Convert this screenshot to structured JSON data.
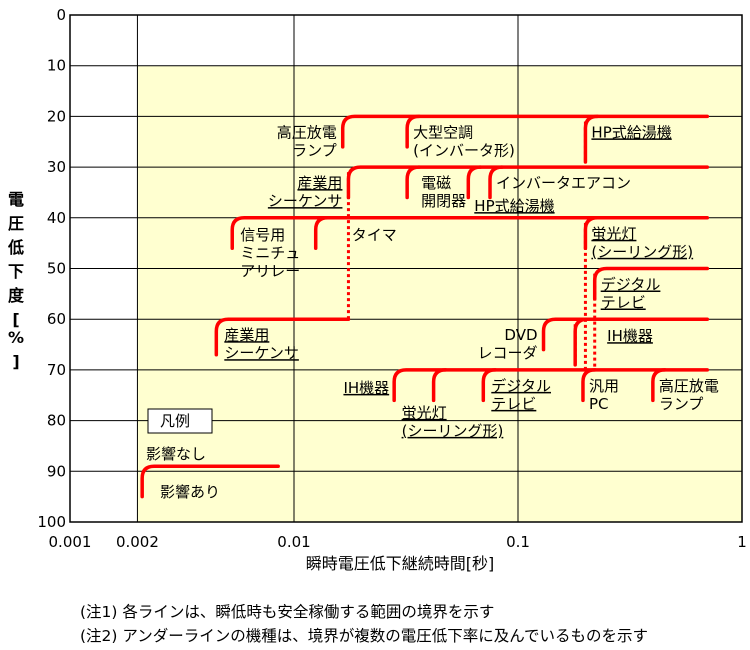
{
  "chart_data": {
    "type": "line",
    "xlabel": "瞬時電圧低下継続時間[秒]",
    "ylabel": "電圧低下度[%]",
    "xscale": "log",
    "xlim": [
      0.001,
      1
    ],
    "ylim": [
      0,
      100
    ],
    "y_inverted": true,
    "x_ticks": [
      "0.001",
      "0.002",
      "0.01",
      "0.1",
      "1"
    ],
    "y_ticks": [
      "0",
      "10",
      "20",
      "30",
      "40",
      "50",
      "60",
      "70",
      "80",
      "90",
      "100"
    ],
    "grid": true,
    "shaded_region": {
      "x_from": 0.002,
      "x_to": 1,
      "y_from": 10,
      "y_to": 100,
      "color": "#ffffd0"
    },
    "line_color": "#ff0000",
    "legend": {
      "title": "凡例",
      "no_effect": "影響なし",
      "effect": "影響あり",
      "sample": {
        "x_start": 0.0021,
        "x_end": 0.0085,
        "y_level": 89,
        "y_bottom": 95
      }
    },
    "boundaries": [
      {
        "label": [
          "高圧放電",
          "ランプ"
        ],
        "underline": false,
        "x_start": 0.0165,
        "x_end": 0.7,
        "y_level": 20,
        "y_bottom": 26
      },
      {
        "label": [
          "大型空調",
          "(インバータ形)"
        ],
        "underline": false,
        "x_start": 0.032,
        "y_level": 20,
        "y_bottom": 26
      },
      {
        "label": [
          "HP式給湯機"
        ],
        "underline": true,
        "x_start": 0.2,
        "y_level": 20,
        "y_bottom": 29
      },
      {
        "label": [
          "産業用",
          "シーケンサ"
        ],
        "underline": true,
        "x_start": 0.0175,
        "x_end": 0.7,
        "y_level": 30,
        "y_bottom": 36
      },
      {
        "label": [
          "電磁",
          "開閉器"
        ],
        "underline": false,
        "x_start": 0.032,
        "y_level": 30,
        "y_bottom": 36
      },
      {
        "label": [
          "HP式給湯機"
        ],
        "underline": true,
        "x_start": 0.06,
        "y_level": 30,
        "y_bottom": 36
      },
      {
        "label": [
          "インバータエアコン"
        ],
        "underline": false,
        "x_start": 0.075,
        "y_level": 30,
        "y_bottom": 36
      },
      {
        "label": [
          "信号用",
          "ミニチュ",
          "アリレー"
        ],
        "underline": false,
        "x_start": 0.0053,
        "x_end": 0.7,
        "y_level": 40,
        "y_bottom": 46
      },
      {
        "label": [
          "タイマ"
        ],
        "underline": false,
        "x_start": 0.0125,
        "y_level": 40,
        "y_bottom": 46
      },
      {
        "label": [
          "蛍光灯",
          "(シーリング形)"
        ],
        "underline": true,
        "x_start": 0.2,
        "y_level": 40,
        "y_bottom": 46
      },
      {
        "label": [
          "デジタル",
          "テレビ"
        ],
        "underline": true,
        "x_start": 0.22,
        "x_end": 0.7,
        "y_level": 50,
        "y_bottom": 56
      },
      {
        "label": [
          "産業用",
          "シーケンサ"
        ],
        "underline": true,
        "x_start": 0.0045,
        "x_end": 0.0175,
        "y_level": 60,
        "y_bottom": 67
      },
      {
        "label": [
          "DVD",
          "レコーダ"
        ],
        "underline": false,
        "x_start": 0.13,
        "x_end": 0.7,
        "y_level": 60,
        "y_bottom": 66
      },
      {
        "label": [
          "IH機器"
        ],
        "underline": true,
        "x_start": 0.18,
        "y_level": 60,
        "y_bottom": 69
      },
      {
        "label": [
          "IH機器"
        ],
        "underline": true,
        "x_start": 0.028,
        "x_end": 0.7,
        "y_level": 70,
        "y_bottom": 76
      },
      {
        "label": [
          "蛍光灯",
          "(シーリング形)"
        ],
        "underline": true,
        "x_start": 0.042,
        "y_level": 70,
        "y_bottom": 76
      },
      {
        "label": [
          "デジタル",
          "テレビ"
        ],
        "underline": true,
        "x_start": 0.07,
        "y_level": 70,
        "y_bottom": 76
      },
      {
        "label": [
          "汎用",
          "PC"
        ],
        "underline": false,
        "x_start": 0.195,
        "y_level": 70,
        "y_bottom": 76
      },
      {
        "label": [
          "高圧放電",
          "ランプ"
        ],
        "underline": false,
        "x_start": 0.4,
        "y_level": 70,
        "y_bottom": 76
      }
    ],
    "dotted_connectors": [
      {
        "x": 0.0175,
        "y_from": 31,
        "y_to": 60
      },
      {
        "x": 0.2,
        "y_from": 21,
        "y_to": 29
      },
      {
        "x": 0.2,
        "y_from": 41,
        "y_to": 70
      },
      {
        "x": 0.22,
        "y_from": 51,
        "y_to": 70
      },
      {
        "x": 0.18,
        "y_from": 61,
        "y_to": 69
      }
    ],
    "notes": [
      "(注1) 各ラインは、瞬低時も安全稼働する範囲の境界を示す",
      "(注2) アンダーラインの機種は、境界が複数の電圧低下率に及んでいるものを示す"
    ]
  }
}
